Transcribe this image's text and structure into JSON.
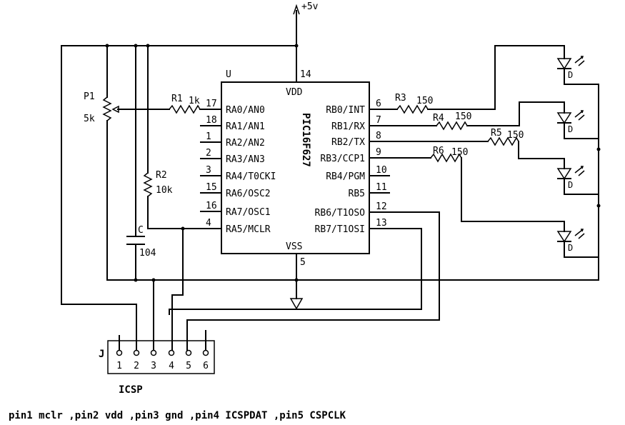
{
  "power": {
    "label": "+5v"
  },
  "ic": {
    "ref": "U",
    "part": "PIC16F627",
    "vdd_label": "VDD",
    "vss_label": "VSS",
    "vdd_pin": "14",
    "vss_pin": "5",
    "left_pins": [
      {
        "num": "17",
        "name": "RA0/AN0"
      },
      {
        "num": "18",
        "name": "RA1/AN1"
      },
      {
        "num": "1",
        "name": "RA2/AN2"
      },
      {
        "num": "2",
        "name": "RA3/AN3"
      },
      {
        "num": "3",
        "name": "RA4/T0CKI"
      },
      {
        "num": "15",
        "name": "RA6/OSC2"
      },
      {
        "num": "16",
        "name": "RA7/OSC1"
      },
      {
        "num": "4",
        "name": "RA5/MCLR"
      }
    ],
    "right_pins": [
      {
        "num": "6",
        "name": "RB0/INT"
      },
      {
        "num": "7",
        "name": "RB1/RX"
      },
      {
        "num": "8",
        "name": "RB2/TX"
      },
      {
        "num": "9",
        "name": "RB3/CCP1"
      },
      {
        "num": "10",
        "name": "RB4/PGM"
      },
      {
        "num": "11",
        "name": "RB5"
      },
      {
        "num": "12",
        "name": "RB6/T1OSO"
      },
      {
        "num": "13",
        "name": "RB7/T1OSI"
      }
    ]
  },
  "components": {
    "p1": {
      "ref": "P1",
      "value": "5k"
    },
    "r1": {
      "ref": "R1",
      "value": "1k"
    },
    "r2": {
      "ref": "R2",
      "value": "10k"
    },
    "c": {
      "ref": "C",
      "value": "104"
    },
    "r3": {
      "ref": "R3",
      "value": "150"
    },
    "r4": {
      "ref": "R4",
      "value": "150"
    },
    "r5": {
      "ref": "R5",
      "value": "150"
    },
    "r6": {
      "ref": "R6",
      "value": "150"
    },
    "led_label": "D"
  },
  "connector": {
    "ref": "J",
    "pins": [
      "1",
      "2",
      "3",
      "4",
      "5",
      "6"
    ],
    "title": "ICSP"
  },
  "note": "pin1 mclr ,pin2 vdd ,pin3 gnd ,pin4 ICSPDAT ,pin5 CSPCLK"
}
